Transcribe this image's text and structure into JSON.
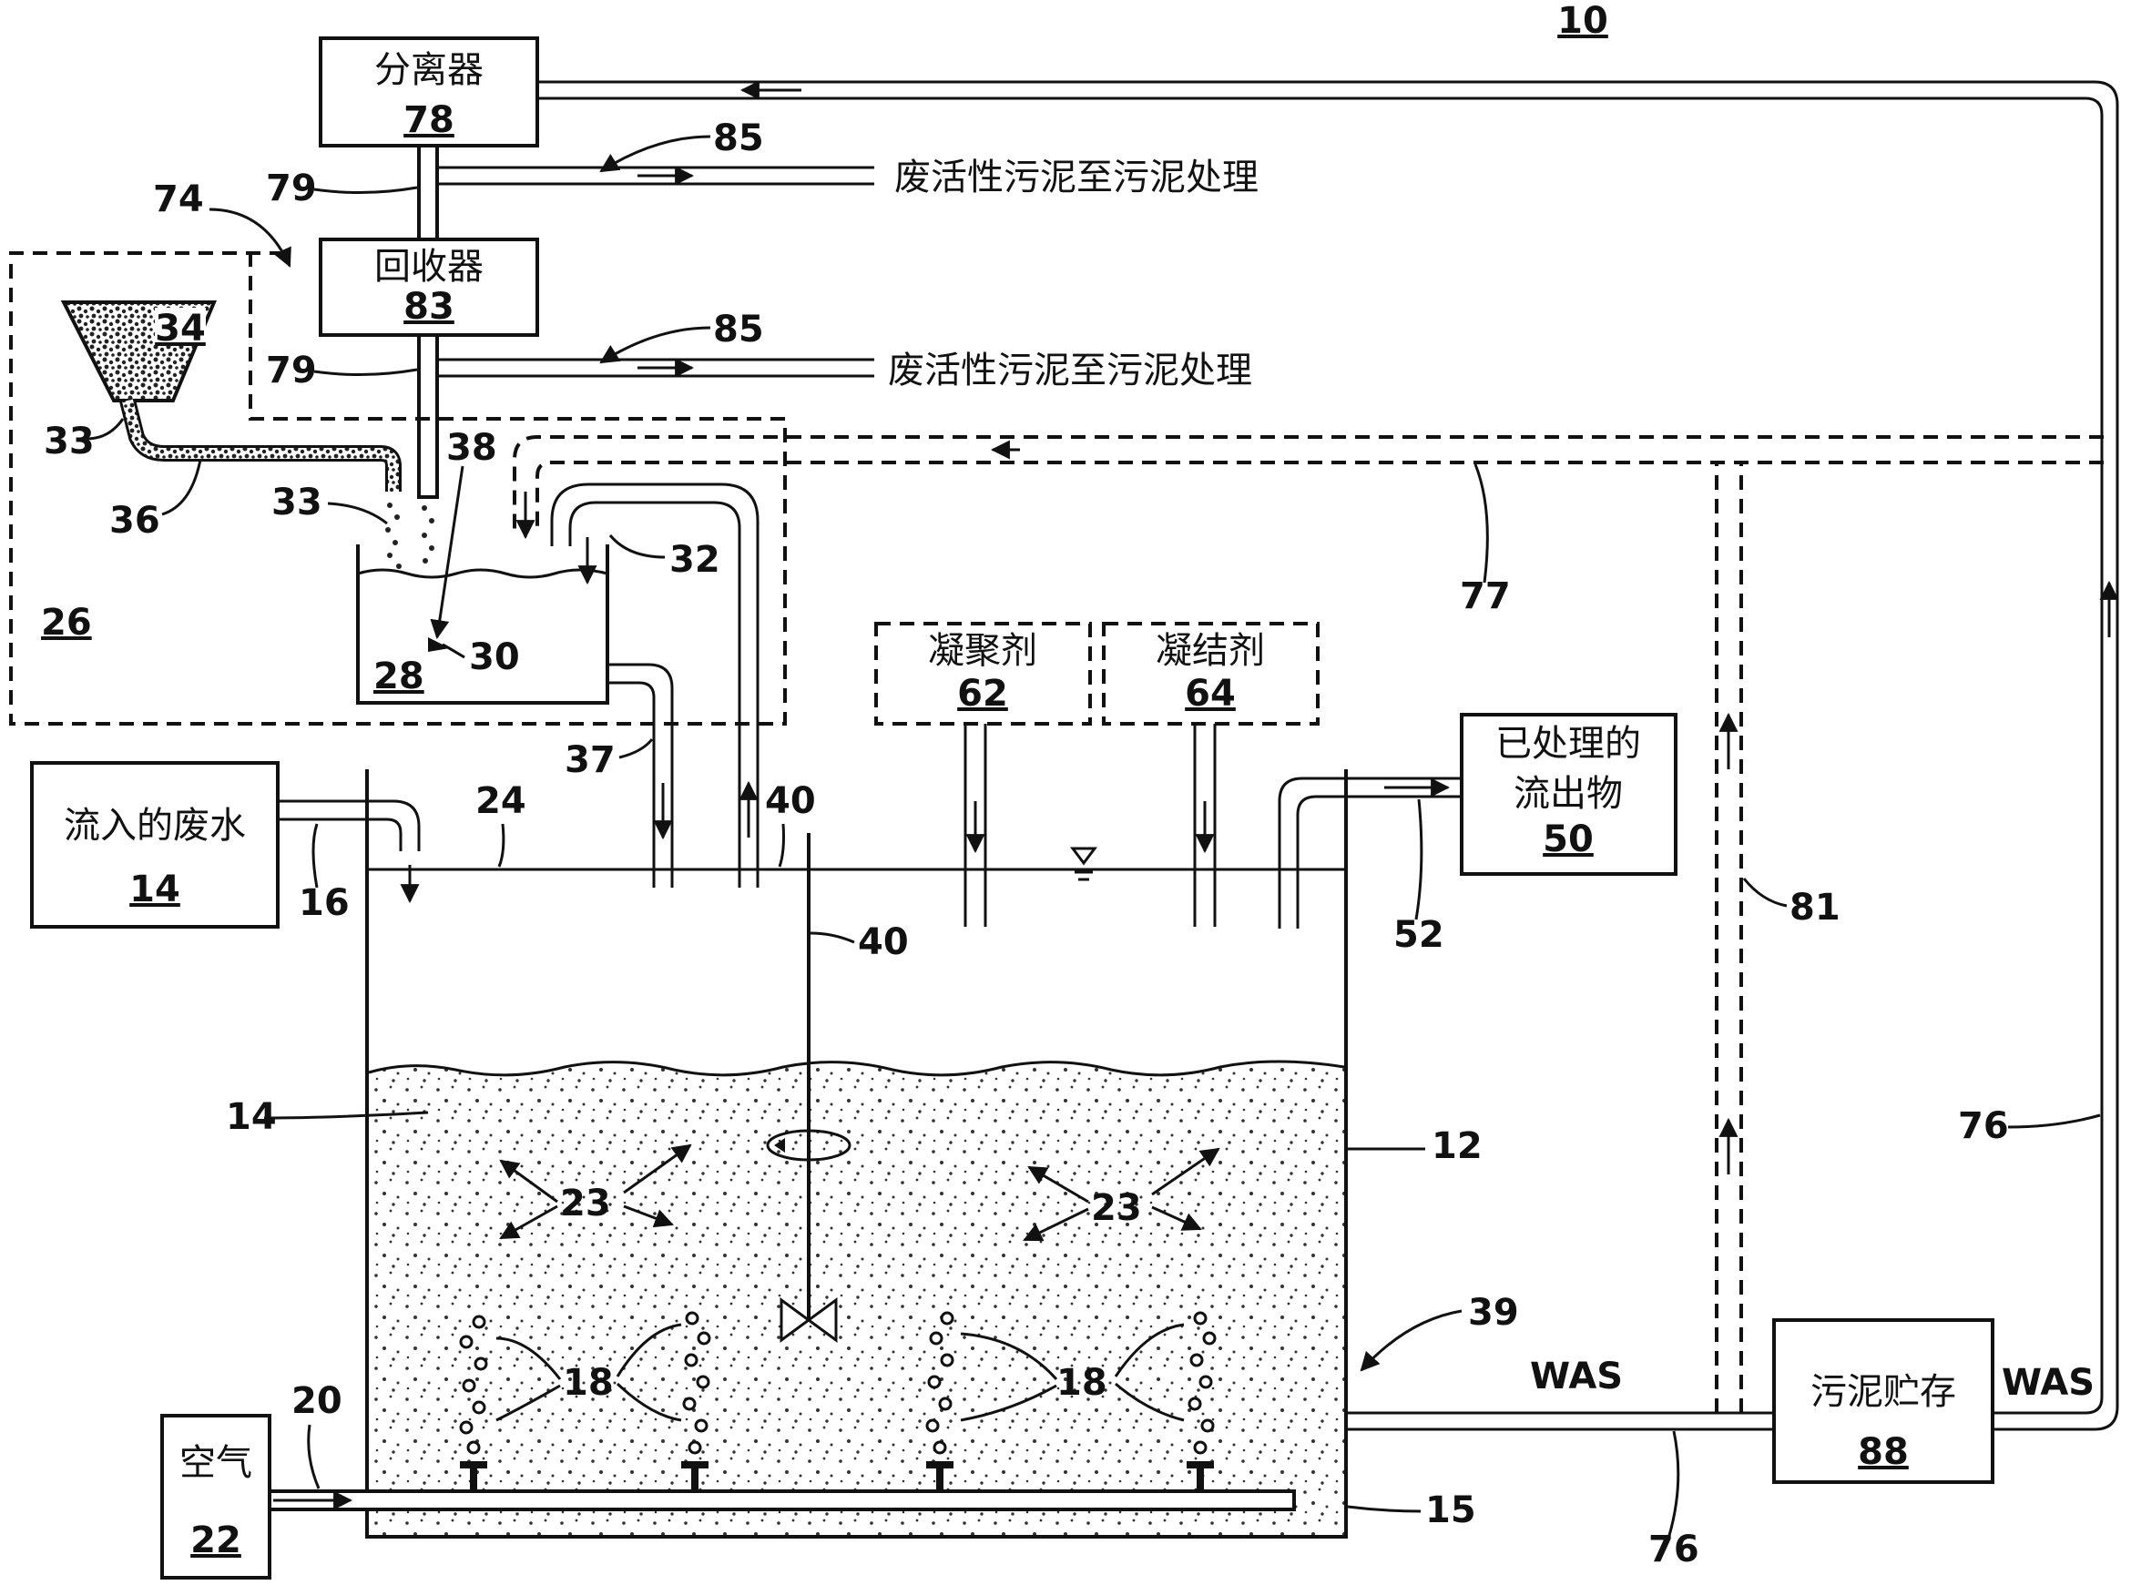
{
  "figure_number": "10",
  "boxes": {
    "separator": {
      "label": "分离器",
      "num": "78"
    },
    "recovery": {
      "label": "回收器",
      "num": "83"
    },
    "hopper": {
      "num": "34"
    },
    "mix_tank": {
      "num": "28"
    },
    "dashed_region": {
      "num": "26"
    },
    "flocculant": {
      "label": "凝聚剂",
      "num": "62"
    },
    "coagulant": {
      "label": "凝结剂",
      "num": "64"
    },
    "treated_effluent": {
      "label_line1": "已处理的",
      "label_line2": "流出物",
      "num": "50"
    },
    "influent": {
      "label": "流入的废水",
      "num": "14"
    },
    "air": {
      "label": "空气",
      "num": "22"
    },
    "sludge_storage": {
      "label": "污泥贮存",
      "num": "88"
    }
  },
  "texts": {
    "was_to_sludge_1": "废活性污泥至污泥处理",
    "was_to_sludge_2": "废活性污泥至污泥处理",
    "was_left": "WAS",
    "was_right": "WAS"
  },
  "refs": {
    "r85a": "85",
    "r85b": "85",
    "r79a": "79",
    "r79b": "79",
    "r74": "74",
    "r33a": "33",
    "r33b": "33",
    "r36": "36",
    "r38": "38",
    "r32": "32",
    "r30": "30",
    "r37": "37",
    "r40a": "40",
    "r40b": "40",
    "r24": "24",
    "r16": "16",
    "r52": "52",
    "r77": "77",
    "r81": "81",
    "r14": "14",
    "r12": "12",
    "r23a": "23",
    "r23b": "23",
    "r39": "39",
    "r18a": "18",
    "r18b": "18",
    "r20": "20",
    "r15": "15",
    "r76a": "76",
    "r76b": "76"
  }
}
